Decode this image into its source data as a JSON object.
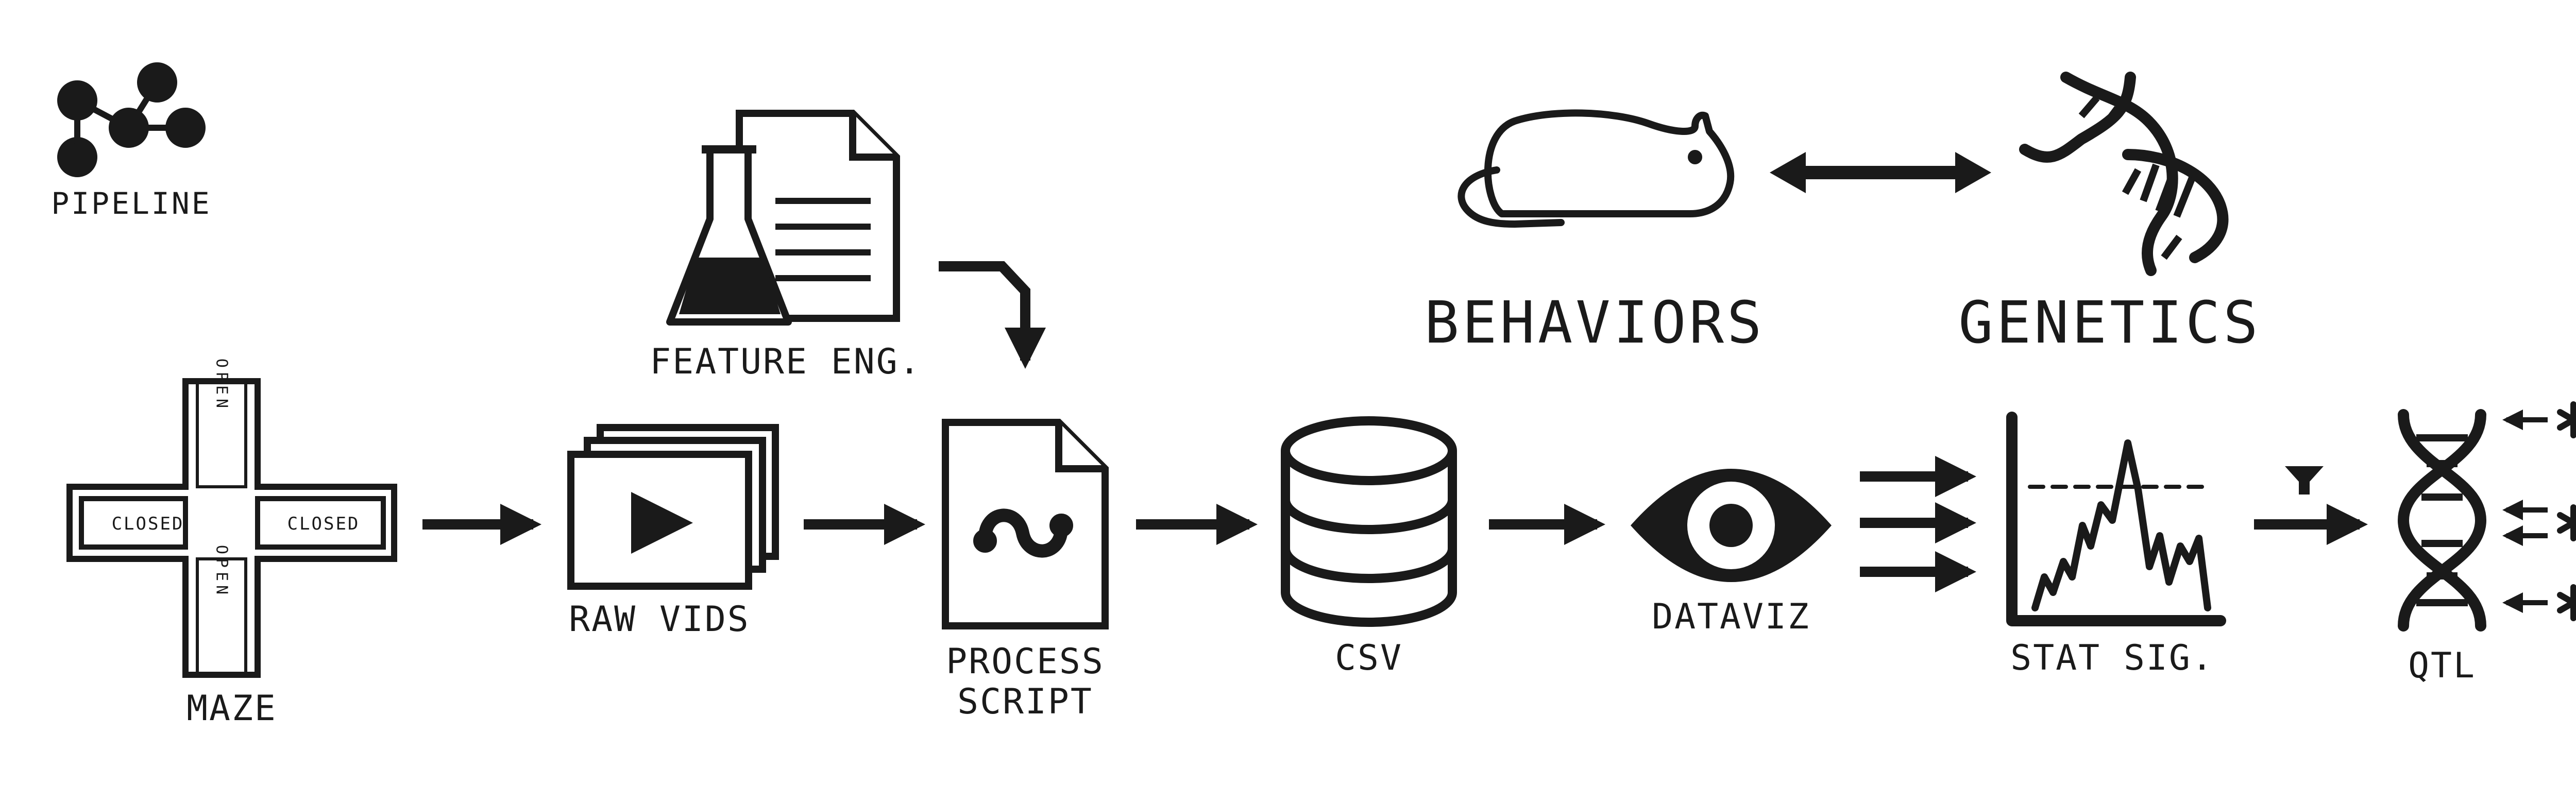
{
  "legend": {
    "title": "PIPELINE"
  },
  "maze": {
    "label": "MAZE",
    "arm_top": "OPEN",
    "arm_bottom": "OPEN",
    "arm_left": "CLOSED",
    "arm_right": "CLOSED"
  },
  "stages": {
    "raw_vids": "RAW VIDS",
    "feature_eng": "FEATURE ENG.",
    "process_line1": "PROCESS",
    "process_line2": "SCRIPT",
    "csv": "CSV",
    "dataviz": "DATAVIZ",
    "stat_sig": "STAT SIG.",
    "qtl": "QTL"
  },
  "headings": {
    "behaviors": "BEHAVIORS",
    "genetics": "GENETICS"
  },
  "colors": {
    "ink": "#1a1a1a",
    "background": "#ffffff"
  },
  "icons": [
    "pipeline-graph-icon",
    "maze-icon",
    "video-stack-icon",
    "flask-icon",
    "document-icon",
    "script-file-icon",
    "database-icon",
    "eye-icon",
    "line-chart-icon",
    "dna-icon",
    "mouse-icon",
    "funnel-icon",
    "asterisk-icon"
  ]
}
